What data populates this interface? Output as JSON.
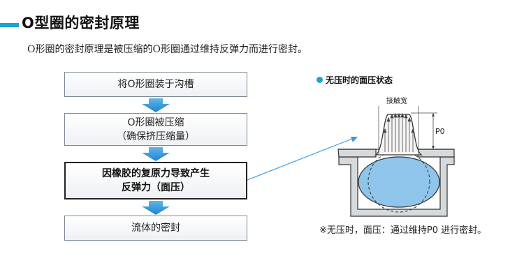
{
  "header": {
    "title": "O型圈的密封原理",
    "subtitle": "O形圈的密封原理是被压缩的O形圈通过维持反弹力而进行密封。"
  },
  "flow": {
    "step1": "将O形圈装于沟槽",
    "step2_line1": "O形圈被压缩",
    "step2_line2": "（确保挤压缩量）",
    "step3_line1": "因橡胶的复原力导致产生",
    "step3_line2": "反弹力（面压）",
    "step4": "流体的密封"
  },
  "diagram": {
    "state_label": "无压时的面压状态",
    "contact_width_label": "接触宽",
    "p0_label": "P0",
    "note": "※无压时，面压：通过维持P0 进行密封。"
  },
  "colors": {
    "accent": "#1aa3d9",
    "oring_fill": "#8fc5ea",
    "arrow_blue": "#3a9ad9"
  }
}
